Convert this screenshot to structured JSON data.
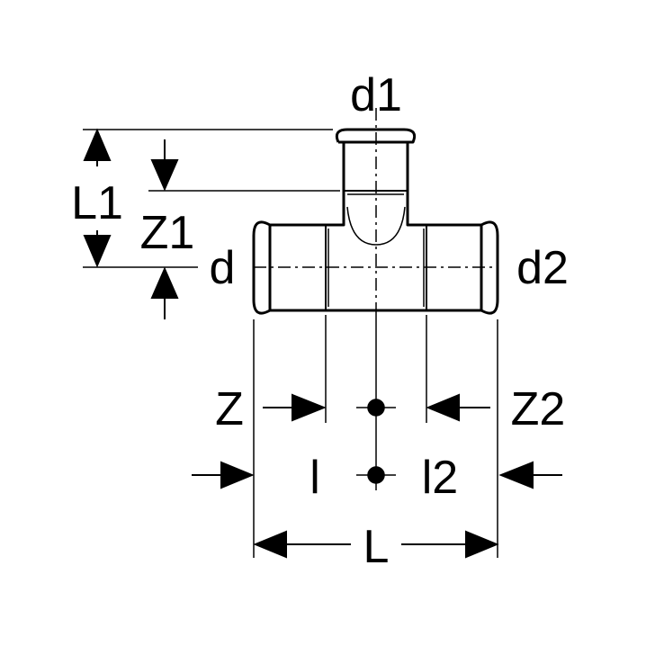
{
  "labels": {
    "d1": "d1",
    "L1": "L1",
    "Z1": "Z1",
    "d": "d",
    "d2": "d2",
    "Z": "Z",
    "Z2": "Z2",
    "l": "l",
    "l2": "l2",
    "L": "L"
  },
  "colors": {
    "ink": "#000000",
    "background": "#ffffff"
  }
}
